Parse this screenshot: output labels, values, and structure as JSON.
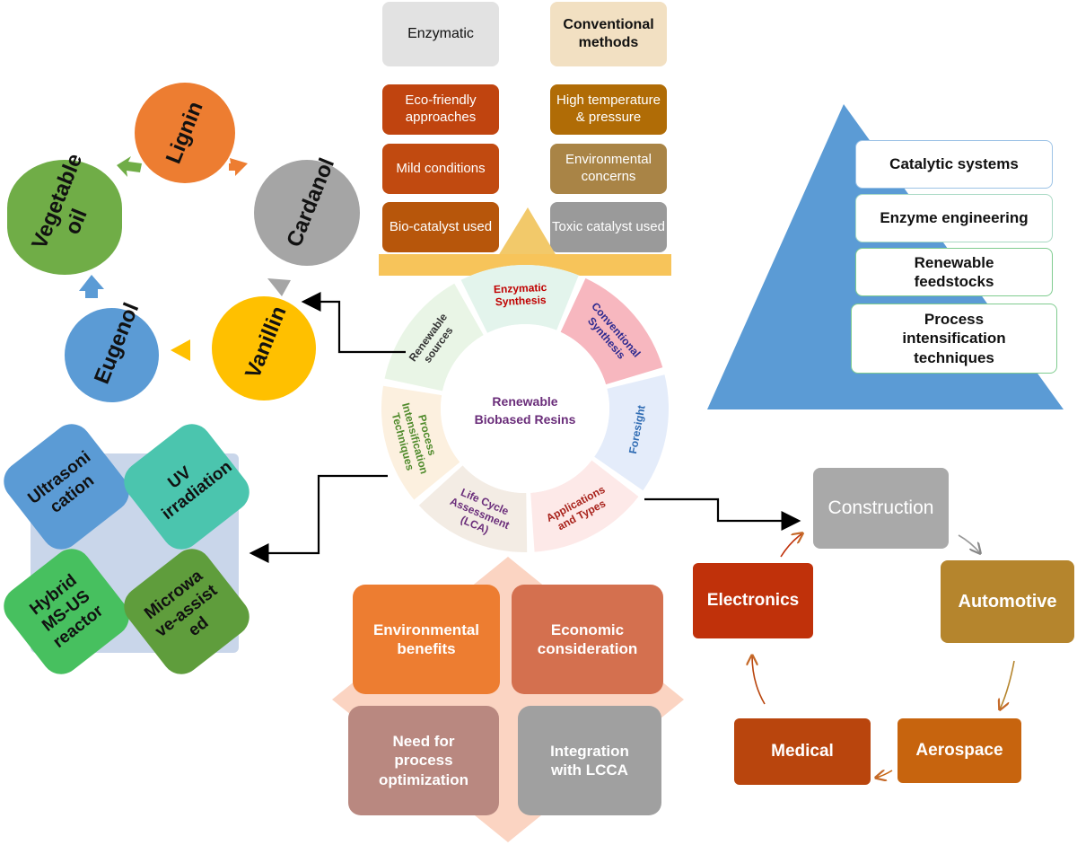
{
  "comparison": {
    "enzymatic_header": "Enzymatic",
    "conventional_header": "Conventional methods",
    "enzymatic_items": [
      "Eco-friendly approaches",
      "Mild conditions",
      "Bio-catalyst used"
    ],
    "conventional_items": [
      "High temperature & pressure",
      "Environmental concerns",
      "Toxic catalyst used"
    ]
  },
  "cycle": {
    "items": [
      "Lignin",
      "Cardanol",
      "Vanillin",
      "Eugenol",
      "Vegetable oil"
    ]
  },
  "pyramid": {
    "items": [
      "Catalytic systems",
      "Enzyme engineering",
      "Renewable feedstocks",
      "Process intensification techniques"
    ]
  },
  "wheel": {
    "center_line1": "Renewable",
    "center_line2": "Biobased Resins",
    "segments": [
      {
        "line1": "Enzymatic",
        "line2": "Synthesis",
        "line3": ""
      },
      {
        "line1": "Conventional",
        "line2": "Synthesis",
        "line3": ""
      },
      {
        "line1": "Foresight",
        "line2": "",
        "line3": ""
      },
      {
        "line1": "Applications",
        "line2": "and Types",
        "line3": ""
      },
      {
        "line1": "Life Cycle",
        "line2": "Assessment",
        "line3": "(LCA)"
      },
      {
        "line1": "Process",
        "line2": "Intensification",
        "line3": "Techniques"
      },
      {
        "line1": "Renewable",
        "line2": "sources",
        "line3": ""
      }
    ]
  },
  "intensification": {
    "items": [
      "Ultrasonication",
      "UV irradiation",
      "Hybrid MS-US reactor",
      "Microwave-assisted"
    ]
  },
  "lca": {
    "items": [
      "Environmental benefits",
      "Economic consideration",
      "Need for process optimization",
      "Integration with LCCA"
    ]
  },
  "applications": {
    "items": [
      "Construction",
      "Automotive",
      "Aerospace",
      "Medical",
      "Electronics"
    ]
  },
  "colors": {
    "enzymatic_header": "#e0e0e0",
    "conventional_header": "#f0dfc0",
    "pyramid": "#5b9bd5",
    "wheel_center": "#6a2d7a"
  }
}
